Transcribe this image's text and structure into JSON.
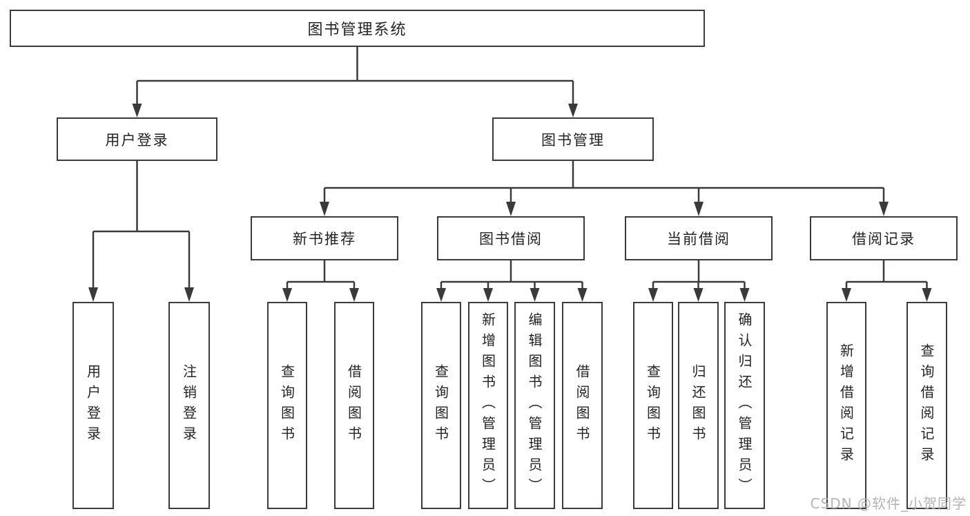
{
  "diagram_title": "图书管理系统",
  "colors": {
    "line": "#3a3a3a",
    "text": "#242424",
    "watermark": "#b3b3b3",
    "background": "#ffffff"
  },
  "nodes": {
    "root": {
      "label": "图书管理系统"
    },
    "level2": [
      {
        "id": "user-login",
        "label": "用户登录",
        "parent": "root"
      },
      {
        "id": "book-management",
        "label": "图书管理",
        "parent": "root"
      }
    ],
    "level3": [
      {
        "id": "new-book-recommend",
        "label": "新书推荐",
        "parent": "book-management"
      },
      {
        "id": "book-borrow",
        "label": "图书借阅",
        "parent": "book-management"
      },
      {
        "id": "current-borrow",
        "label": "当前借阅",
        "parent": "book-management"
      },
      {
        "id": "borrow-records",
        "label": "借阅记录",
        "parent": "book-management"
      }
    ],
    "leaves": [
      {
        "label": "用户登录",
        "parent": "user-login"
      },
      {
        "label": "注销登录",
        "parent": "user-login"
      },
      {
        "label": "查询图书",
        "parent": "new-book-recommend"
      },
      {
        "label": "借阅图书",
        "parent": "new-book-recommend"
      },
      {
        "label": "查询图书",
        "parent": "book-borrow"
      },
      {
        "label": "新增图书（管理员）",
        "parent": "book-borrow"
      },
      {
        "label": "编辑图书（管理员）",
        "parent": "book-borrow"
      },
      {
        "label": "借阅图书",
        "parent": "book-borrow"
      },
      {
        "label": "查询图书",
        "parent": "current-borrow"
      },
      {
        "label": "归还图书",
        "parent": "current-borrow"
      },
      {
        "label": "确认归还（管理员）",
        "parent": "current-borrow"
      },
      {
        "label": "新增借阅记录",
        "parent": "borrow-records"
      },
      {
        "label": "查询借阅记录",
        "parent": "borrow-records"
      }
    ]
  },
  "watermark": "CSDN @软件_小贺同学"
}
